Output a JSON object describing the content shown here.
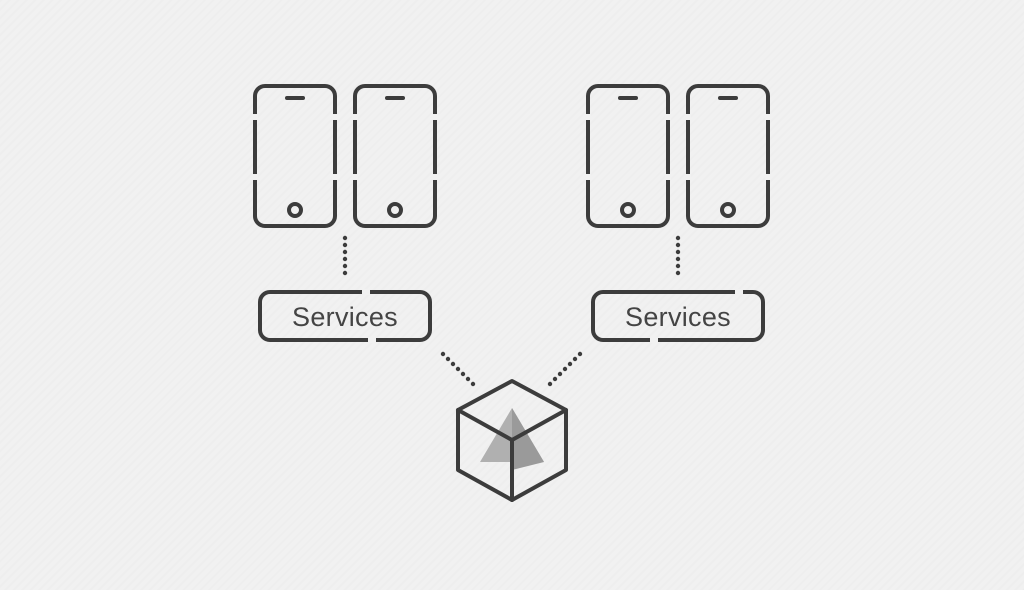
{
  "diagram": {
    "left_group": {
      "service_label": "Services"
    },
    "right_group": {
      "service_label": "Services"
    }
  },
  "colors": {
    "background": "#f1f1f1",
    "stroke": "#3c3c3c",
    "pyramid": "#a8a8a8"
  },
  "icons": [
    "smartphone-icon",
    "connector-dots",
    "cube-icon"
  ]
}
